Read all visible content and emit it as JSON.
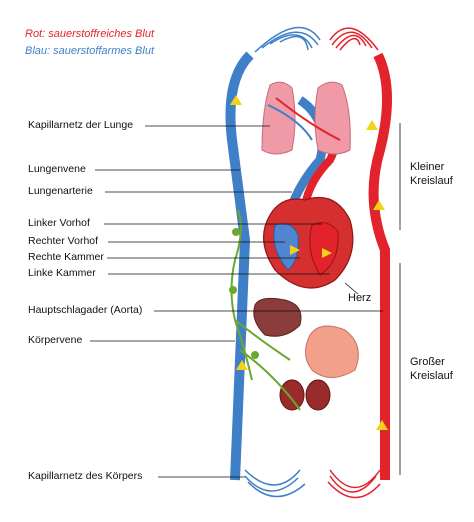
{
  "legend": {
    "red": "Rot: sauerstoffreiches Blut",
    "blue": "Blau: sauerstoffarmes Blut"
  },
  "labels": [
    {
      "id": "lung-capillaries",
      "text": "Kapillarnetz der Lunge"
    },
    {
      "id": "pulmonary-vein",
      "text": "Lungenvene"
    },
    {
      "id": "pulmonary-artery",
      "text": "Lungenarterie"
    },
    {
      "id": "left-atrium",
      "text": "Linker Vorhof"
    },
    {
      "id": "right-atrium",
      "text": "Rechter Vorhof"
    },
    {
      "id": "right-ventricle",
      "text": "Rechte Kammer"
    },
    {
      "id": "left-ventricle",
      "text": "Linke Kammer"
    },
    {
      "id": "aorta",
      "text": "Hauptschlagader (Aorta)"
    },
    {
      "id": "body-vein",
      "text": "Körpervene"
    },
    {
      "id": "body-capillaries",
      "text": "Kapillarnetz des Körpers"
    }
  ],
  "heart_label": "Herz",
  "small_circulation": [
    "Kleiner",
    "Kreislauf"
  ],
  "large_circulation": [
    "Großer",
    "Kreislauf"
  ],
  "colors": {
    "oxygen_rich": "#e3232b",
    "oxygen_poor": "#3f7fc8",
    "lymph": "#6aa832",
    "arrow": "#f3d21a",
    "legend_red": "#e3232b",
    "legend_blue": "#3f7fc8"
  }
}
